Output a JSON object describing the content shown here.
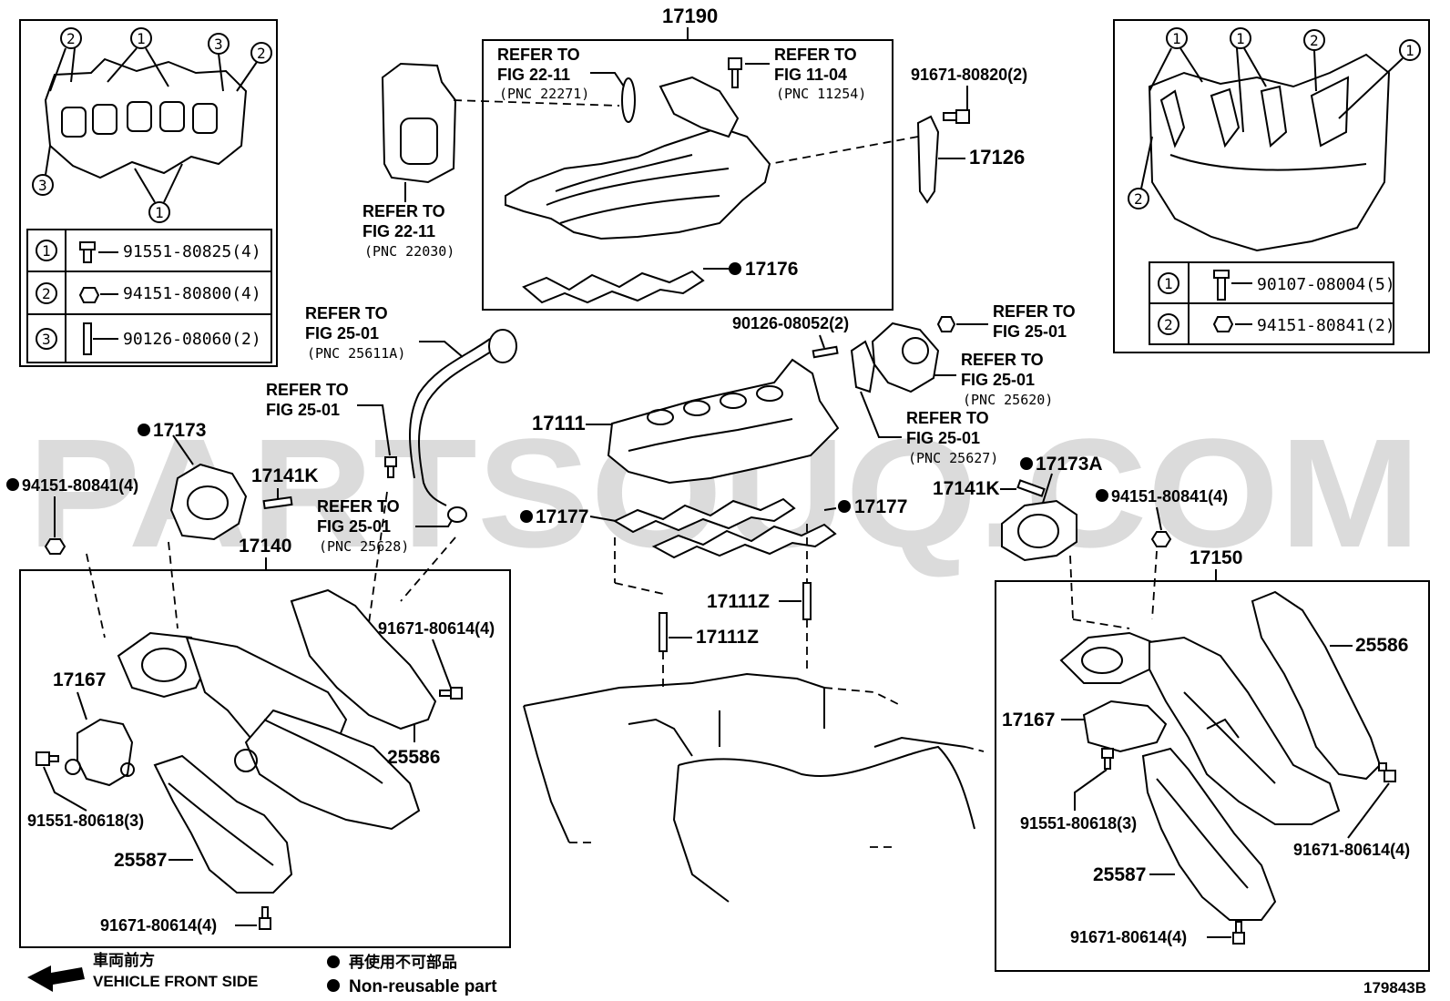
{
  "watermark": "PARTSOUQ.COM",
  "diagram_number": "179843B",
  "legend": {
    "direction_cn": "車両前方",
    "direction_en": "VEHICLE FRONT SIDE",
    "nonreusable_cn": "再使用不可部品",
    "nonreusable_en": "Non-reusable part"
  },
  "left_inset_table": [
    {
      "num": "1",
      "part": "91551-80825(4)"
    },
    {
      "num": "2",
      "part": "94151-80800(4)"
    },
    {
      "num": "3",
      "part": "90126-08060(2)"
    }
  ],
  "left_inset_callouts": [
    "2",
    "1",
    "3",
    "2",
    "3",
    "1"
  ],
  "right_inset_table": [
    {
      "num": "1",
      "part": "90107-08004(5)"
    },
    {
      "num": "2",
      "part": "94151-80841(2)"
    }
  ],
  "right_inset_callouts": [
    "1",
    "1",
    "2",
    "1",
    "2"
  ],
  "labels": {
    "p17190": "17190",
    "ref_22_11_a_1": "REFER TO",
    "ref_22_11_a_2": "FIG 22-11",
    "ref_22_11_a_3": "(PNC 22271)",
    "ref_11_04_1": "REFER TO",
    "ref_11_04_2": "FIG 11-04",
    "ref_11_04_3": "(PNC 11254)",
    "p91671_80820": "91671-80820(2)",
    "p17126": "17126",
    "ref_22_11_b_1": "REFER TO",
    "ref_22_11_b_2": "FIG 22-11",
    "ref_22_11_b_3": "(PNC 22030)",
    "p17176": "17176",
    "ref_25611a_1": "REFER TO",
    "ref_25611a_2": "FIG 25-01",
    "ref_25611a_3": "(PNC 25611A)",
    "p90126_08052": "90126-08052(2)",
    "ref_25_01_top_1": "REFER TO",
    "ref_25_01_top_2": "FIG 25-01",
    "ref_25620_1": "REFER TO",
    "ref_25620_2": "FIG 25-01",
    "ref_25620_3": "(PNC 25620)",
    "ref_25_01_mid_1": "REFER TO",
    "ref_25_01_mid_2": "FIG 25-01",
    "p17111": "17111",
    "ref_25627_1": "REFER TO",
    "ref_25627_2": "FIG 25-01",
    "ref_25627_3": "(PNC 25627)",
    "p17173": "17173",
    "p94151_left": "94151-80841(4)",
    "p17141k_left": "17141K",
    "ref_25628_1": "REFER TO",
    "ref_25628_2": "FIG 25-01",
    "ref_25628_3": "(PNC 25628)",
    "p17140": "17140",
    "p17177_left": "17177",
    "p17177_right": "17177",
    "p17173a": "17173A",
    "p17141k_right": "17141K",
    "p94151_right": "94151-80841(4)",
    "p17150": "17150",
    "p17111z_a": "17111Z",
    "p17111z_b": "17111Z",
    "p91671_80614_l1": "91671-80614(4)",
    "p17167_left": "17167",
    "p25586_left": "25586",
    "p91551_80618_left": "91551-80618(3)",
    "p25587_left": "25587",
    "p91671_80614_l2": "91671-80614(4)",
    "p25586_right": "25586",
    "p17167_right": "17167",
    "p91551_80618_right": "91551-80618(3)",
    "p91671_80614_r1": "91671-80614(4)",
    "p25587_right": "25587",
    "p91671_80614_r2": "91671-80614(4)"
  }
}
